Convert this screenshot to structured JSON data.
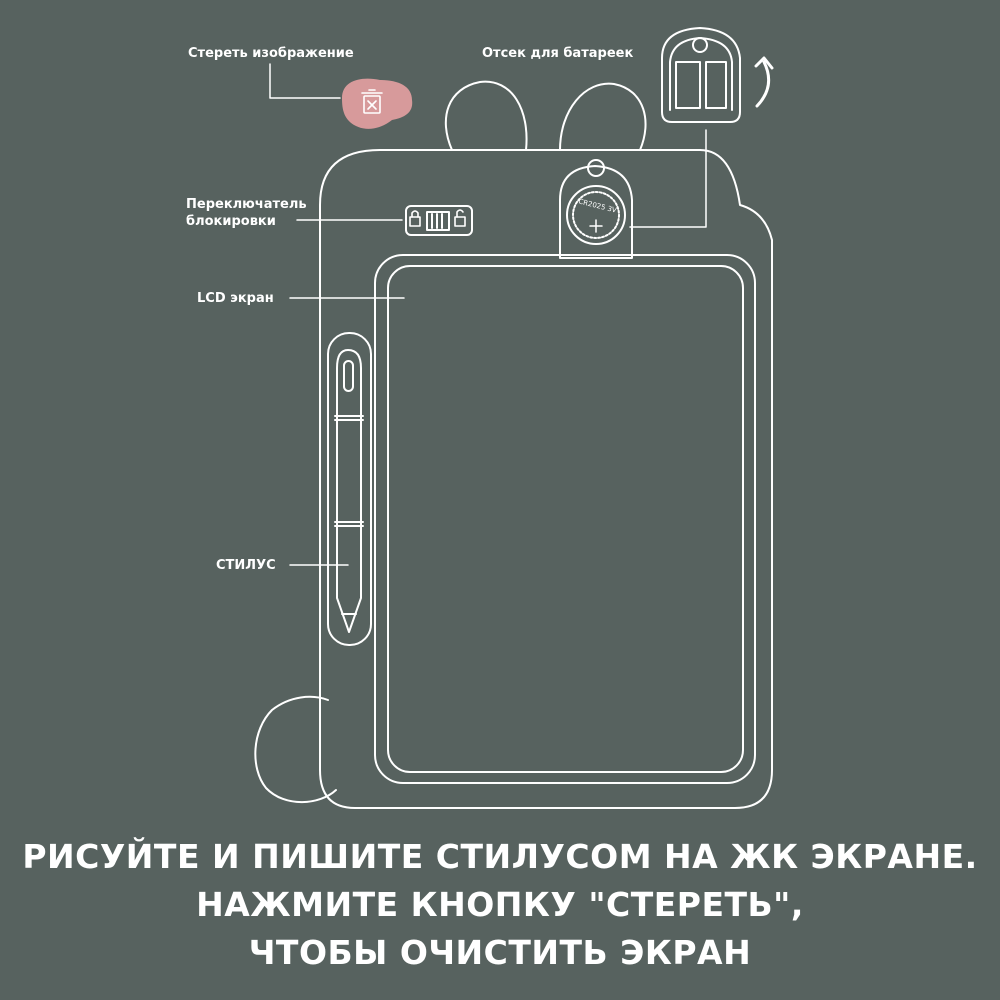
{
  "labels": {
    "erase": "Стереть изображение",
    "battery": "Отсек для батареек",
    "lock": "Переключатель\nблокировки",
    "lcd": "LCD экран",
    "stylus": "СТИЛУС"
  },
  "battery_text": "CR2025 3V",
  "caption": {
    "line1": "РИСУЙТЕ И ПИШИТЕ СТИЛУСОМ НА ЖК ЭКРАНЕ.",
    "line2": "НАЖМИТЕ КНОПКУ \"СТЕРЕТЬ\",",
    "line3": "ЧТОБЫ ОЧИСТИТЬ ЭКРАН"
  },
  "icons": {
    "erase_button": "trash-icon",
    "battery_cover": "battery-cover-icon",
    "rotate_arrow": "rotate-arrow-icon",
    "lock": "lock-icon",
    "unlock": "unlock-icon"
  },
  "colors": {
    "background": "#57625f",
    "outline": "#ffffff",
    "erase_button": "#d79a9b"
  }
}
